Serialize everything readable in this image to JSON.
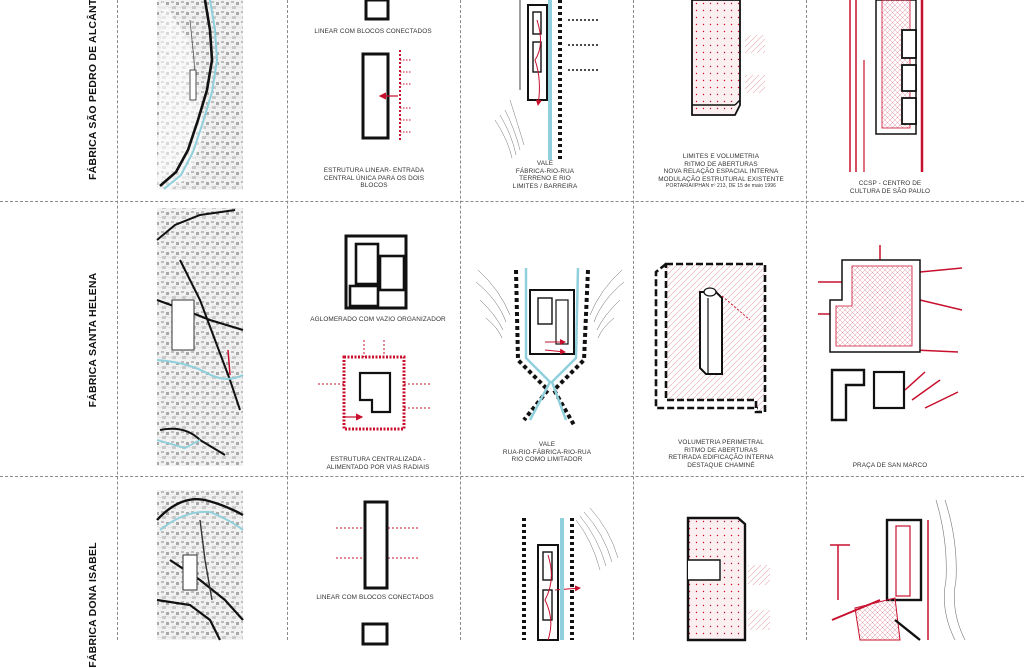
{
  "rows": [
    {
      "name": "FÁBRICA SÃO PEDRO DE ALCÂNTARA",
      "captions": {
        "organization_top": [
          "LINEAR COM BLOCOS CONECTADOS"
        ],
        "organization_bottom": [
          "ESTRUTURA LINEAR- ENTRADA",
          "CENTRAL ÚNICA PARA OS DOIS",
          "BLOCOS"
        ],
        "site": [
          "VALE",
          "FÁBRICA-RIO-RUA",
          "TERRENO E RIO",
          "LIMITES / BARREIRA"
        ],
        "volume": [
          "LIMITES E VOLUMETRIA",
          "RITMO DE ABERTURAS",
          "NOVA RELAÇÃO ESPACIAL INTERNA",
          "MODULAÇÃO ESTRUTURAL EXISTENTE"
        ],
        "volume_note": "PORTARIA/IPHAN nº 213, DE 15 de maio 1996",
        "reference": [
          "CCSP - CENTRO DE",
          "CULTURA DE SÃO PAULO"
        ]
      }
    },
    {
      "name": "FÁBRICA SANTA HELENA",
      "captions": {
        "organization_top": [
          "AGLOMERADO COM VAZIO ORGANIZADOR"
        ],
        "organization_bottom": [
          "ESTRUTURA CENTRALIZADA -",
          "ALIMENTADO POR VIAS RADIAIS"
        ],
        "site": [
          "VALE",
          "RUA-RIO-FÁBRICA-RIO-RUA",
          "RIO COMO LIMITADOR"
        ],
        "volume": [
          "VOLUMETRIA PERIMETRAL",
          "RITMO DE ABERTURAS",
          "RETIRADA EDIFICAÇÃO INTERNA",
          "DESTAQUE CHAMINÉ"
        ],
        "reference": [
          "PRAÇA DE SAN MARCO"
        ]
      }
    },
    {
      "name": "FÁBRICA DONA ISABEL",
      "captions": {
        "organization_top": [
          "LINEAR COM BLOCOS CONECTADOS"
        ]
      }
    }
  ],
  "colors": {
    "accent": "#c8102e",
    "water": "#8fd0dc",
    "line": "#111111",
    "divider": "#8a8a8a"
  }
}
